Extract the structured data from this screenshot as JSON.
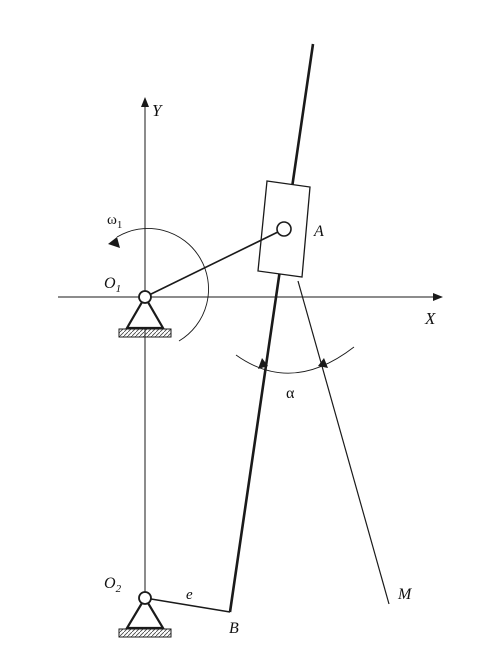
{
  "diagram": {
    "labels": {
      "y_axis": "Y",
      "x_axis": "X",
      "omega": "ω",
      "omega_sub": "1",
      "o1": "O",
      "o1_sub": "1",
      "o2": "O",
      "o2_sub": "2",
      "point_a": "A",
      "point_b": "B",
      "point_m": "M",
      "offset_e": "e",
      "angle_alpha": "α"
    },
    "colors": {
      "stroke": "#1a1a1a",
      "background": "#ffffff"
    }
  }
}
